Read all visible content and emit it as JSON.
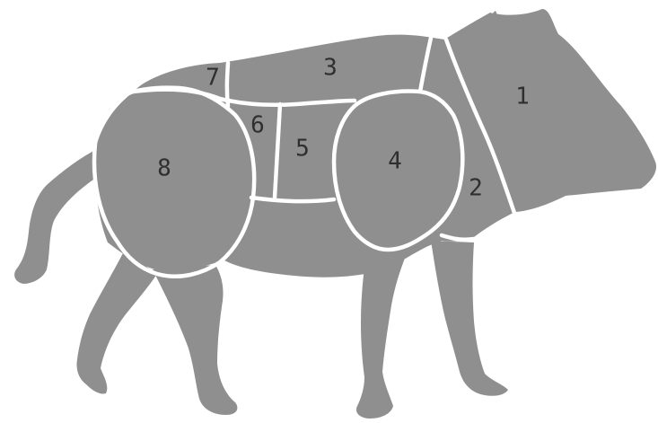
{
  "diagram": {
    "colors": {
      "silhouette": "#8f8f8f",
      "cut_lines": "#ffffff",
      "labels": "#2f2f2f",
      "background": "#ffffff"
    },
    "cuts": [
      {
        "id": "1",
        "label": "1"
      },
      {
        "id": "2",
        "label": "2"
      },
      {
        "id": "3",
        "label": "3"
      },
      {
        "id": "4",
        "label": "4"
      },
      {
        "id": "5",
        "label": "5"
      },
      {
        "id": "6",
        "label": "6"
      },
      {
        "id": "7",
        "label": "7"
      },
      {
        "id": "8",
        "label": "8"
      }
    ]
  }
}
